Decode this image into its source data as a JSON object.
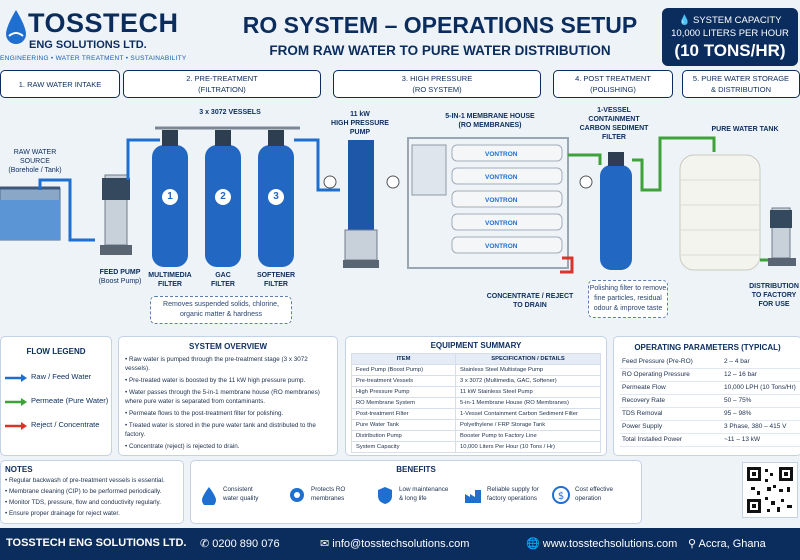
{
  "brand": {
    "name": "TOSSTECH",
    "sub": "ENG SOLUTIONS LTD.",
    "tagline": "ENGINEERING  •  WATER TREATMENT  •  SUSTAINABILITY"
  },
  "header": {
    "title": "RO SYSTEM – OPERATIONS SETUP",
    "subtitle": "FROM RAW WATER TO PURE WATER DISTRIBUTION"
  },
  "capacity": {
    "label": "SYSTEM CAPACITY",
    "value": "10,000 LITERS PER HOUR",
    "short": "(10 TONS/HR)"
  },
  "stages": [
    {
      "title": "1. RAW WATER INTAKE",
      "sub": ""
    },
    {
      "title": "2. PRE-TREATMENT",
      "sub": "(FILTRATION)"
    },
    {
      "title": "3. HIGH PRESSURE",
      "sub": "(RO SYSTEM)"
    },
    {
      "title": "4. POST TREATMENT",
      "sub": "(POLISHING)"
    },
    {
      "title": "5. PURE WATER STORAGE",
      "sub": "& DISTRIBUTION"
    }
  ],
  "diagram": {
    "raw_source": "RAW WATER SOURCE",
    "raw_source_sub": "(Borehole / Tank)",
    "feed_pump": "FEED PUMP",
    "feed_pump_sub": "(Boost Pump)",
    "vessels_label": "3 x 3072 VESSELS",
    "vessel_numbers": [
      "1",
      "2",
      "3"
    ],
    "vessel_names": [
      "MULTIMEDIA\nFILTER",
      "GAC\nFILTER",
      "SOFTENER\nFILTER"
    ],
    "pretreat_note": "Removes suspended solids, chlorine,\norganic matter & hardness",
    "hp_pump": "11 kW\nHIGH PRESSURE\nPUMP",
    "membrane_house": "5-IN-1 MEMBRANE HOUSE\n(RO MEMBRANES)",
    "membrane_brand": "VONTRON",
    "concentrate": "CONCENTRATE / REJECT\nTO DRAIN",
    "carbon_filter": "1-VESSEL\nCONTAINMENT\nCARBON SEDIMENT\nFILTER",
    "polish_note": "Polishing filter to remove\nfine particles, residual\nodour & improve taste",
    "pure_tank": "PURE WATER TANK",
    "distribution": "DISTRIBUTION\nTO FACTORY\nFOR USE"
  },
  "legend": {
    "title": "FLOW LEGEND",
    "items": [
      {
        "label": "Raw / Feed Water",
        "color": "#1f6fd1"
      },
      {
        "label": "Permeate (Pure Water)",
        "color": "#3da23a"
      },
      {
        "label": "Reject / Concentrate",
        "color": "#d9342b"
      }
    ]
  },
  "overview": {
    "title": "SYSTEM OVERVIEW",
    "items": [
      "Raw water is pumped through the pre-treatment stage (3 x 3072 vessels).",
      "Pre-treated water is boosted by the 11 kW high pressure pump.",
      "Water passes through the 5-in-1 membrane house (RO membranes) where pure water is separated from contaminants.",
      "Permeate flows to the post-treatment filter for polishing.",
      "Treated water is stored in the pure water tank and distributed to the factory.",
      "Concentrate (reject) is rejected to drain."
    ]
  },
  "equipment": {
    "title": "EQUIPMENT SUMMARY",
    "headers": [
      "ITEM",
      "SPECIFICATION / DETAILS"
    ],
    "rows": [
      [
        "Feed Pump (Boost Pump)",
        "Stainless Steel Multistage Pump"
      ],
      [
        "Pre-treatment Vessels",
        "3 x 3072 (Multimedia, GAC, Softener)"
      ],
      [
        "High Pressure Pump",
        "11 kW Stainless Steel Pump"
      ],
      [
        "RO Membrane System",
        "5-in-1 Membrane House (RO Membranes)"
      ],
      [
        "Post-treatment Filter",
        "1-Vessel Containment Carbon Sediment Filter"
      ],
      [
        "Pure Water Tank",
        "Polyethylene / FRP Storage Tank"
      ],
      [
        "Distribution Pump",
        "Booster Pump to Factory Line"
      ],
      [
        "System Capacity",
        "10,000 Liters Per Hour (10 Tons / Hr)"
      ]
    ]
  },
  "operating": {
    "title": "OPERATING PARAMETERS (TYPICAL)",
    "rows": [
      [
        "Feed Pressure (Pre-RO)",
        "2 – 4 bar"
      ],
      [
        "RO Operating Pressure",
        "12 – 16 bar"
      ],
      [
        "Permeate Flow",
        "10,000 LPH (10 Tons/Hr)"
      ],
      [
        "Recovery Rate",
        "50 – 75%"
      ],
      [
        "TDS Removal",
        "95 – 98%"
      ],
      [
        "Power Supply",
        "3 Phase, 380 – 415 V"
      ],
      [
        "Total Installed Power",
        "~11 – 13 kW"
      ]
    ]
  },
  "notes": {
    "title": "NOTES",
    "items": [
      "Regular backwash of pre-treatment vessels is essential.",
      "Membrane cleaning (CIP) to be performed periodically.",
      "Monitor TDS, pressure, flow and conductivity regularly.",
      "Ensure proper drainage for reject water."
    ]
  },
  "benefits": {
    "title": "BENEFITS",
    "items": [
      {
        "label": "Consistent\nwater quality",
        "icon": "water-drop-icon"
      },
      {
        "label": "Protects RO\nmembranes",
        "icon": "gear-icon"
      },
      {
        "label": "Low maintenance\n& long life",
        "icon": "shield-icon"
      },
      {
        "label": "Reliable supply for\nfactory operations",
        "icon": "factory-icon"
      },
      {
        "label": "Cost effective\noperation",
        "icon": "dollar-icon"
      }
    ]
  },
  "footer": {
    "company": "TOSSTECH ENG SOLUTIONS LTD.",
    "phone": "0200 890 076",
    "email": "info@tosstechsolutions.com",
    "website": "www.tosstechsolutions.com",
    "location": "Accra, Ghana"
  }
}
